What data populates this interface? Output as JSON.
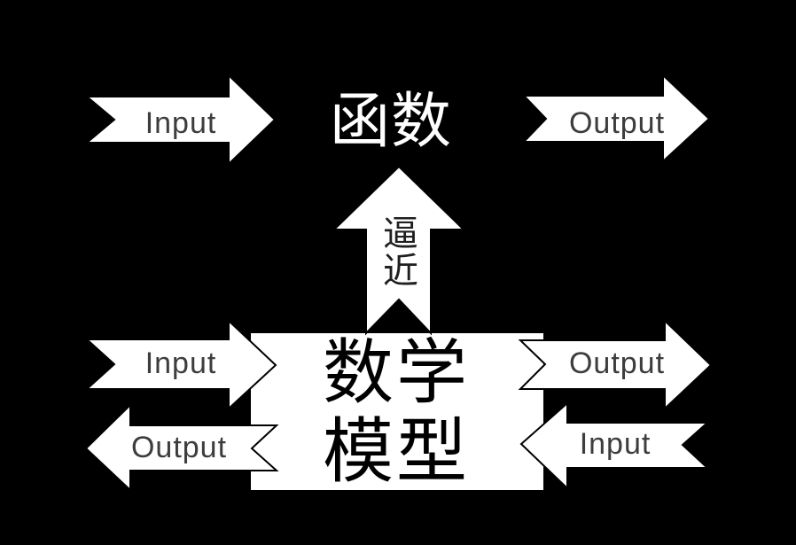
{
  "diagram": {
    "colors": {
      "background": "#000000",
      "shape_fill": "#ffffff",
      "shape_outline": "#000000",
      "arrow_label_text": "#3d3d3d",
      "function_text": "#ffffff",
      "model_box_text": "#000000"
    },
    "top": {
      "input_label": "Input",
      "function_label": "函数",
      "output_label": "Output"
    },
    "approx": {
      "label": "逼近"
    },
    "model_box": {
      "label": "数学模型",
      "lines": [
        "数学",
        "模型"
      ],
      "left_input_label": "Input",
      "left_output_label": "Output",
      "right_output_label": "Output",
      "right_input_label": "Input"
    }
  }
}
